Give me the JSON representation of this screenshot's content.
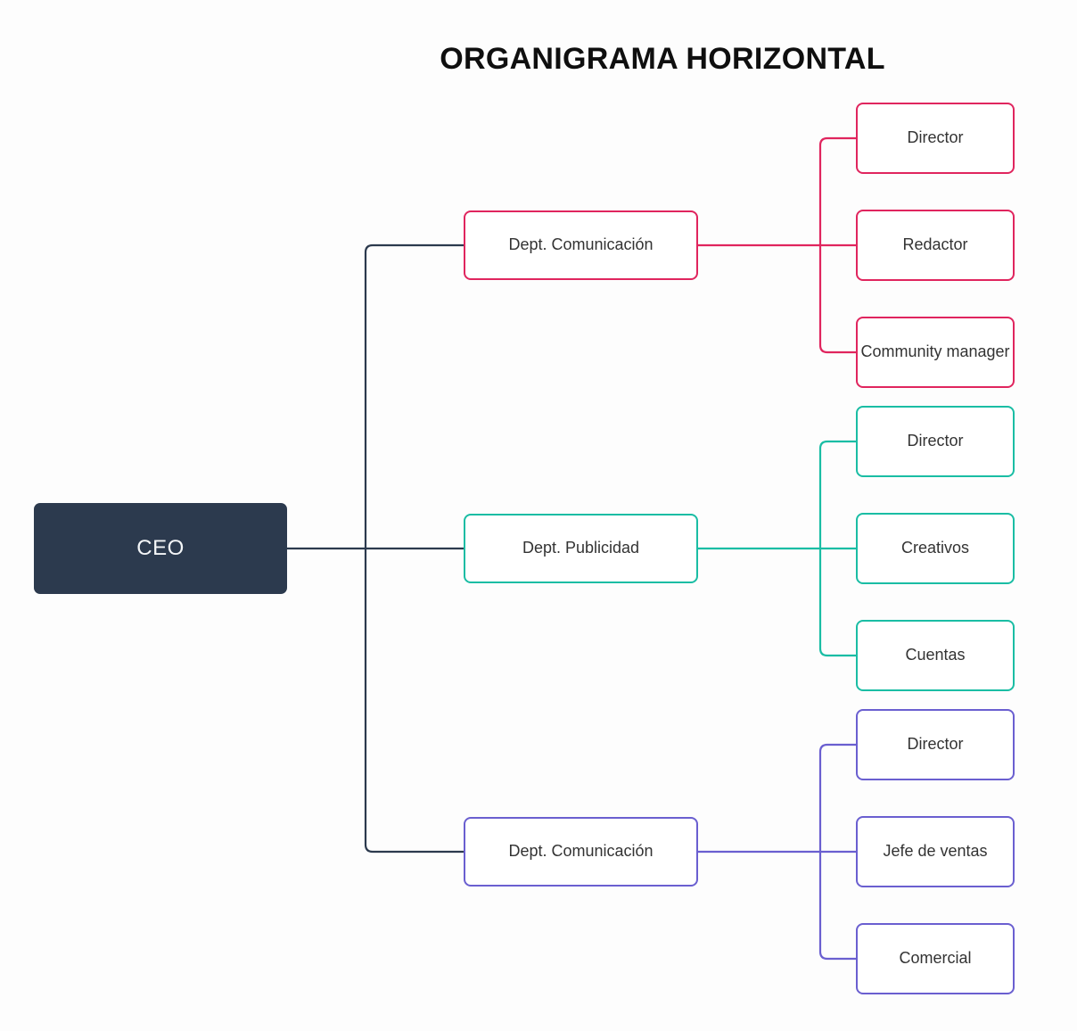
{
  "title": "ORGANIGRAMA HORIZONTAL",
  "colors": {
    "dark": "#2c3a4e",
    "branch1": "#e0255e",
    "branch2": "#1abda4",
    "branch3": "#6a5fd0",
    "node-text": "#333333",
    "root-text": "#f4f6f8"
  },
  "root": {
    "label": "CEO"
  },
  "branches": [
    {
      "label": "Dept. Comunicación",
      "color": "#e0255e",
      "children": [
        {
          "label": "Director"
        },
        {
          "label": "Redactor"
        },
        {
          "label": "Community manager"
        }
      ]
    },
    {
      "label": "Dept. Publicidad",
      "color": "#1abda4",
      "children": [
        {
          "label": "Director"
        },
        {
          "label": "Creativos"
        },
        {
          "label": "Cuentas"
        }
      ]
    },
    {
      "label": "Dept. Comunicación",
      "color": "#6a5fd0",
      "children": [
        {
          "label": "Director"
        },
        {
          "label": "Jefe de ventas"
        },
        {
          "label": "Comercial"
        }
      ]
    }
  ]
}
